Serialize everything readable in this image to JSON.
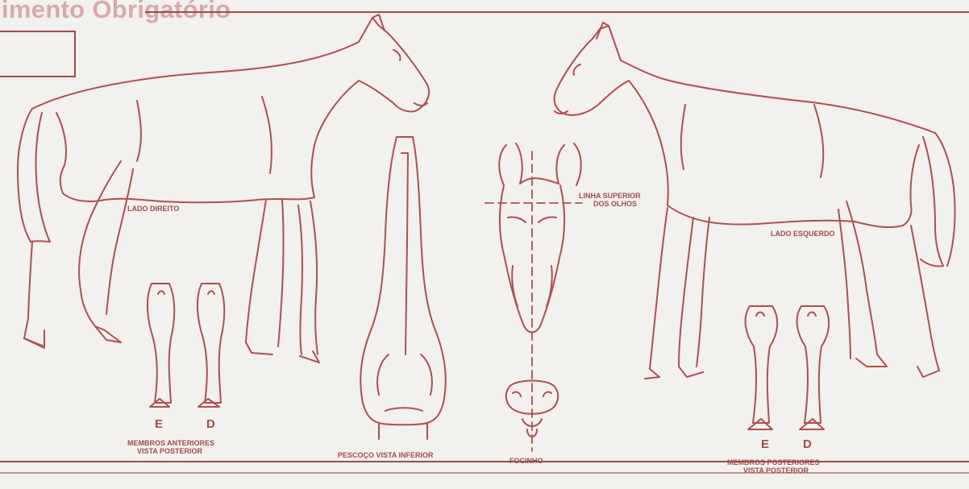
{
  "header": {
    "title": "imento Obrigatório"
  },
  "labels": {
    "right_side": "LADO DIREITO",
    "left_side": "LADO ESQUERDO",
    "eye_line_1": "LINHA SUPERIOR",
    "eye_line_2": "DOS OLHOS",
    "front_letters": {
      "left": "E",
      "right": "D"
    },
    "front_caption_1": "MEMBROS ANTERIORES",
    "front_caption_2": "VISTA POSTERIOR",
    "neck_caption": "PESCOÇO VISTA INFERIOR",
    "muzzle_caption": "FOCINHO",
    "rear_letters": {
      "left": "E",
      "right": "D"
    },
    "rear_caption_1": "MEMBROS POSTERIORES",
    "rear_caption_2": "VISTA POSTERIOR"
  },
  "colors": {
    "line": "#b04e50",
    "text": "#a24b4b",
    "title": "#d7a9a8",
    "paper": "#f3f1ee"
  }
}
